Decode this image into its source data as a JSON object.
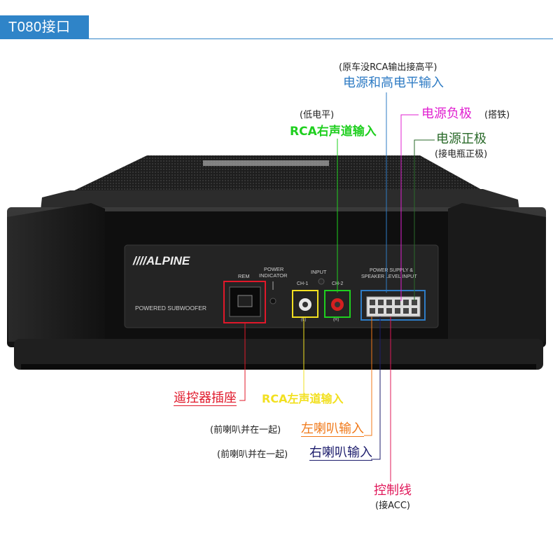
{
  "header": {
    "badge": "T080接口"
  },
  "device": {
    "brand": "////ALPINE",
    "model_text": "POWERED SUBWOOFER",
    "port_labels": {
      "rem": "REM",
      "power_indicator_1": "POWER",
      "power_indicator_2": "INDICATOR",
      "input": "INPUT",
      "ch1": "CH-1",
      "ch2": "CH-2",
      "left": "(L)",
      "right": "(R)",
      "power_supply_1": "POWER SUPPLY &",
      "power_supply_2": "SPEAKER LEVEL INPUT"
    }
  },
  "callouts": {
    "high_level_note": "(原车没RCA输出接高平)",
    "high_level": "电源和高电平输入",
    "low_level_note": "(低电平)",
    "rca_right": "RCA右声道输入",
    "power_negative": "电源负极",
    "power_negative_note": "(搭铁)",
    "power_positive": "电源正极",
    "power_positive_note": "(接电瓶正极)",
    "remote_socket": "遥控器插座",
    "rca_left": "RCA左声道输入",
    "front_left_note": "(前喇叭并在一起)",
    "left_speaker": "左喇叭输入",
    "front_right_note": "(前喇叭并在一起)",
    "right_speaker": "右喇叭输入",
    "control_wire": "控制线",
    "control_wire_note": "(接ACC)"
  },
  "colors": {
    "badge": "#2f84c8",
    "blue": "#2e7bc4",
    "green": "#1fcf1f",
    "magenta": "#e020d0",
    "dark_green": "#2a6a2a",
    "red": "#e0182a",
    "yellow": "#f2e020",
    "orange": "#f07818",
    "navy": "#1c1c6c",
    "pink": "#e0185a"
  }
}
